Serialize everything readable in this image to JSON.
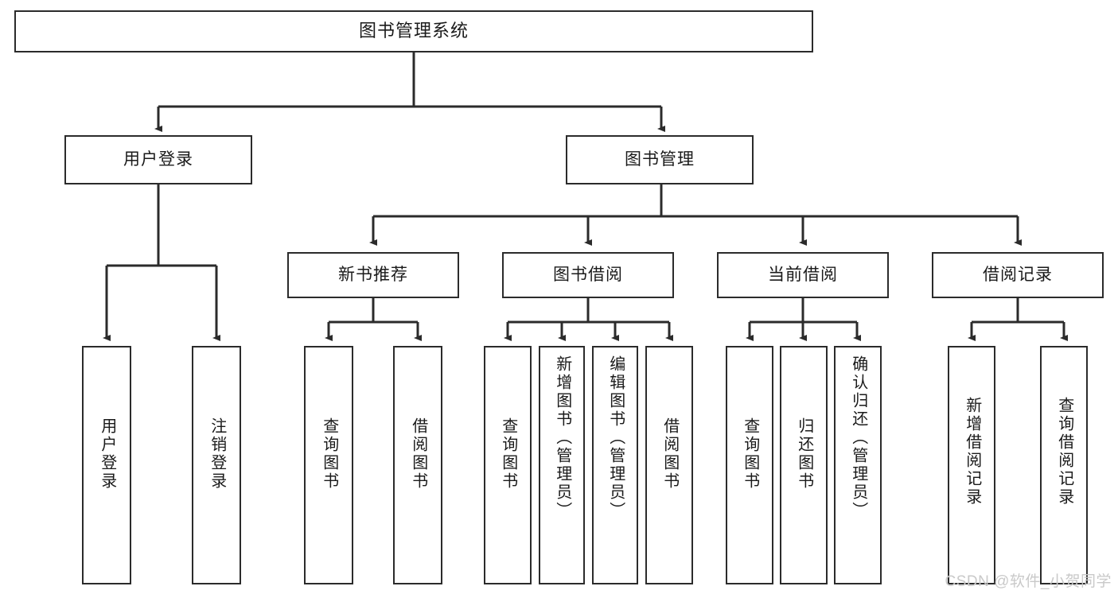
{
  "diagram": {
    "title": "图书管理系统",
    "type": "tree-hierarchy",
    "watermark": "CSDN @软件_小贺同学",
    "stroke_color": "#2b2b2b",
    "fill_color": "#ffffff",
    "text_color": "#1a1a1a",
    "watermark_color": "#c9c9c9"
  },
  "nodes": {
    "root": {
      "label": "图书管理系统"
    },
    "level1": [
      {
        "label": "用户登录"
      },
      {
        "label": "图书管理"
      }
    ],
    "level2": [
      {
        "label": "新书推荐"
      },
      {
        "label": "图书借阅"
      },
      {
        "label": "当前借阅"
      },
      {
        "label": "借阅记录"
      }
    ],
    "leaves": {
      "user_login": [
        {
          "label": "用户登录"
        },
        {
          "label": "注销登录"
        }
      ],
      "new_book_recommend": [
        {
          "label": "查询图书"
        },
        {
          "label": "借阅图书"
        }
      ],
      "book_borrow": [
        {
          "label": "查询图书"
        },
        {
          "label": "新增图书（管理员）"
        },
        {
          "label": "编辑图书（管理员）"
        },
        {
          "label": "借阅图书"
        }
      ],
      "current_borrow": [
        {
          "label": "查询图书"
        },
        {
          "label": "归还图书"
        },
        {
          "label": "确认归还（管理员）"
        }
      ],
      "borrow_record": [
        {
          "label": "新增借阅记录"
        },
        {
          "label": "查询借阅记录"
        }
      ]
    }
  }
}
